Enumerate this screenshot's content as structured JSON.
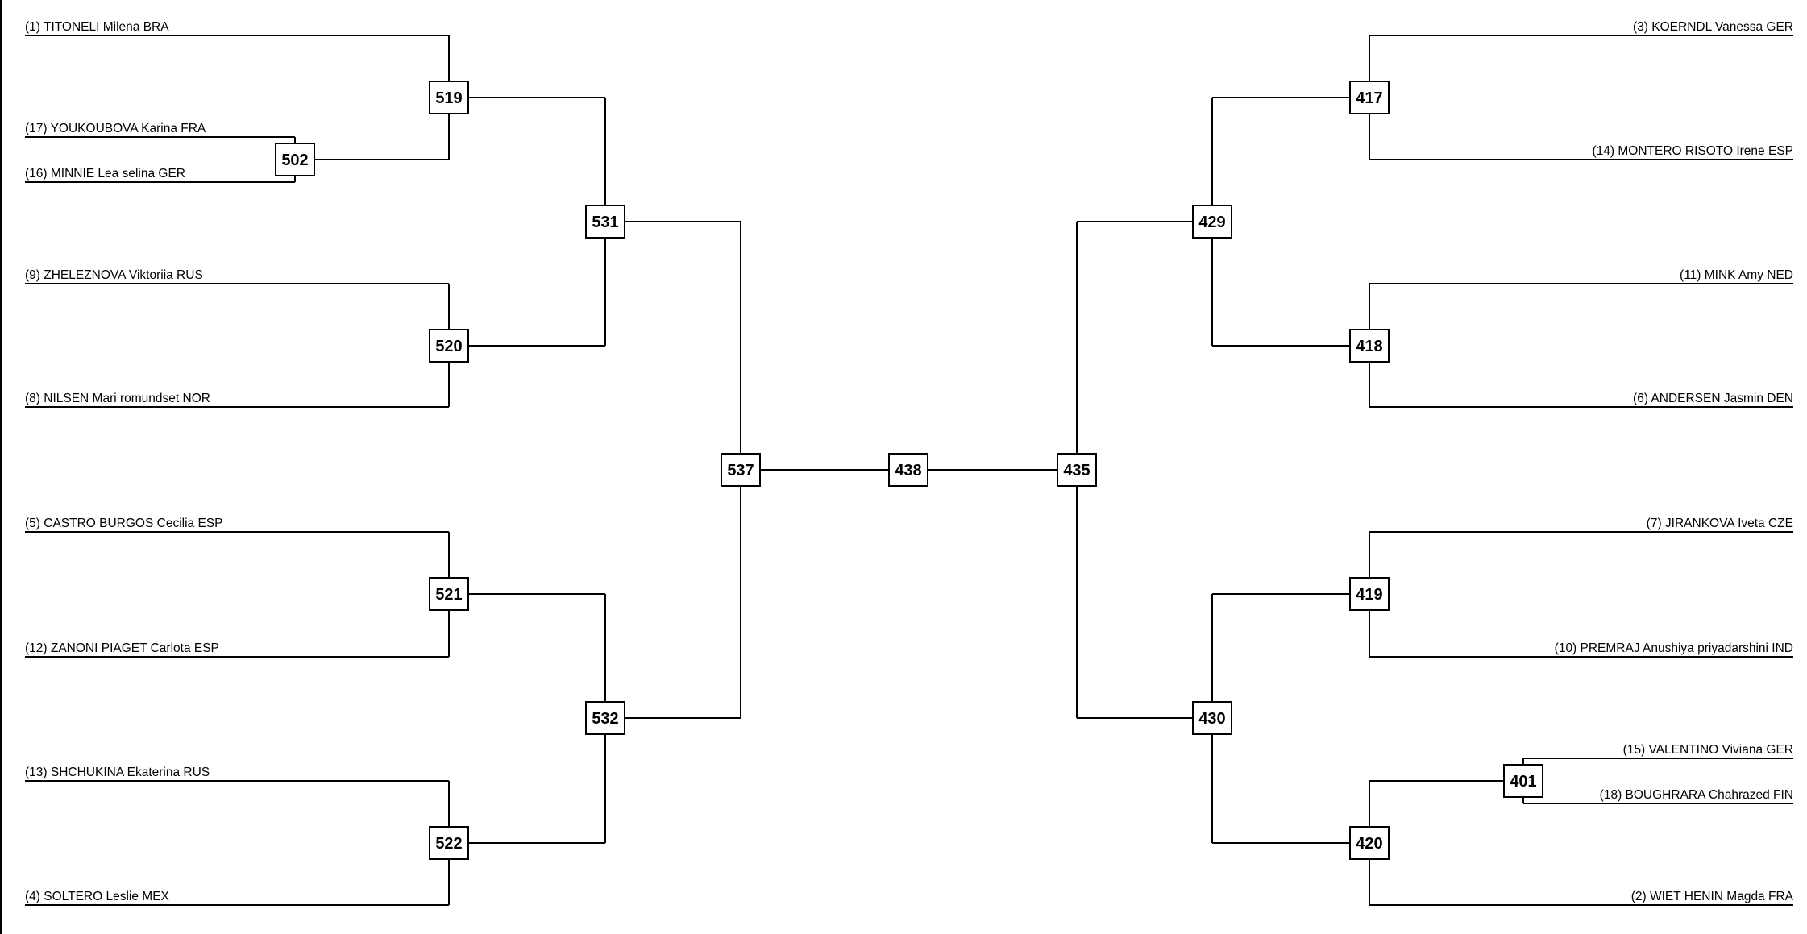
{
  "colors": {
    "line": "#000000",
    "background": "#ffffff"
  },
  "players": [
    {
      "key": "p1",
      "label": "(1) TITONELI Milena  BRA"
    },
    {
      "key": "p17",
      "label": "(17) YOUKOUBOVA Karina  FRA"
    },
    {
      "key": "p16",
      "label": "(16) MINNIE Lea selina  GER"
    },
    {
      "key": "p9",
      "label": "(9) ZHELEZNOVA Viktoriia  RUS"
    },
    {
      "key": "p8",
      "label": "(8) NILSEN Mari romundset  NOR"
    },
    {
      "key": "p5",
      "label": "(5) CASTRO BURGOS Cecilia  ESP"
    },
    {
      "key": "p12",
      "label": "(12) ZANONI PIAGET Carlota  ESP"
    },
    {
      "key": "p13",
      "label": "(13) SHCHUKINA Ekaterina  RUS"
    },
    {
      "key": "p4",
      "label": "(4) SOLTERO Leslie  MEX"
    },
    {
      "key": "p3",
      "label": "(3) KOERNDL Vanessa  GER"
    },
    {
      "key": "p14",
      "label": "(14) MONTERO RISOTO Irene  ESP"
    },
    {
      "key": "p11",
      "label": "(11) MINK Amy  NED"
    },
    {
      "key": "p6",
      "label": "(6) ANDERSEN Jasmin  DEN"
    },
    {
      "key": "p7",
      "label": "(7) JIRANKOVA Iveta  CZE"
    },
    {
      "key": "p10",
      "label": "(10) PREMRAJ Anushiya priyadarshini  IND"
    },
    {
      "key": "p15",
      "label": "(15) VALENTINO Viviana  GER"
    },
    {
      "key": "p18",
      "label": "(18) BOUGHRARA Chahrazed  FIN"
    },
    {
      "key": "p2",
      "label": "(2) WIET HENIN Magda  FRA"
    }
  ],
  "matches": [
    {
      "key": "m502",
      "number": "502",
      "sources": [
        "p17",
        "p16"
      ]
    },
    {
      "key": "m519",
      "number": "519",
      "sources": [
        "p1",
        "m502"
      ]
    },
    {
      "key": "m520",
      "number": "520",
      "sources": [
        "p9",
        "p8"
      ]
    },
    {
      "key": "m521",
      "number": "521",
      "sources": [
        "p5",
        "p12"
      ]
    },
    {
      "key": "m522",
      "number": "522",
      "sources": [
        "p13",
        "p4"
      ]
    },
    {
      "key": "m531",
      "number": "531",
      "sources": [
        "m519",
        "m520"
      ]
    },
    {
      "key": "m532",
      "number": "532",
      "sources": [
        "m521",
        "m522"
      ]
    },
    {
      "key": "m537",
      "number": "537",
      "sources": [
        "m531",
        "m532"
      ]
    },
    {
      "key": "m401",
      "number": "401",
      "sources": [
        "p15",
        "p18"
      ]
    },
    {
      "key": "m417",
      "number": "417",
      "sources": [
        "p3",
        "p14"
      ]
    },
    {
      "key": "m418",
      "number": "418",
      "sources": [
        "p11",
        "p6"
      ]
    },
    {
      "key": "m419",
      "number": "419",
      "sources": [
        "p7",
        "p10"
      ]
    },
    {
      "key": "m420",
      "number": "420",
      "sources": [
        "m401",
        "p2"
      ]
    },
    {
      "key": "m429",
      "number": "429",
      "sources": [
        "m417",
        "m418"
      ]
    },
    {
      "key": "m430",
      "number": "430",
      "sources": [
        "m419",
        "m420"
      ]
    },
    {
      "key": "m435",
      "number": "435",
      "sources": [
        "m429",
        "m430"
      ]
    },
    {
      "key": "m438",
      "number": "438",
      "sources": [
        "m537",
        "m435"
      ]
    }
  ]
}
